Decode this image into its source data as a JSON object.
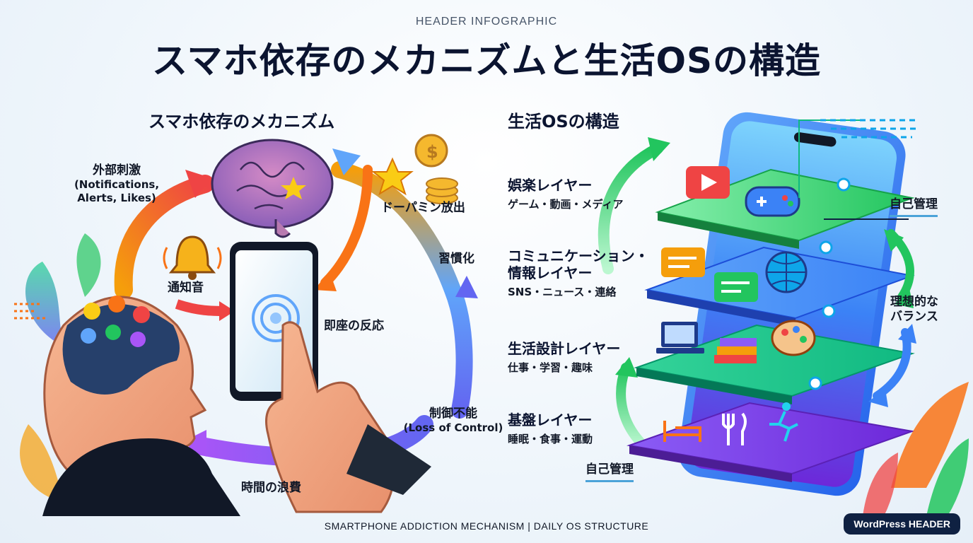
{
  "header": {
    "eyebrow": "HEADER INFOGRAPHIC",
    "title": "スマホ依存のメカニズムと生活OSの構造"
  },
  "left": {
    "title": "スマホ依存のメカニズム",
    "external": {
      "title": "外部刺激",
      "detail": "(Notifications,\nAlerts, Likes)"
    },
    "notification_sound": "通知音",
    "dopamine": "ドーパミン放出",
    "habit": "習慣化",
    "instant": "即座の反応",
    "loss": {
      "title": "制御不能",
      "detail": "(Loss of Control)"
    },
    "time_waste": "時間の浪費"
  },
  "right": {
    "title": "生活OSの構造",
    "layers": [
      {
        "title": "娯楽レイヤー",
        "sub": "ゲーム・動画・メディア"
      },
      {
        "title": "コミュニケーション・\n情報レイヤー",
        "sub": "SNS・ニュース・連絡"
      },
      {
        "title": "生活設計レイヤー",
        "sub": "仕事・学習・趣味"
      },
      {
        "title": "基盤レイヤー",
        "sub": "睡眠・食事・運動"
      }
    ],
    "self_manage_top": "自己管理",
    "self_manage_bottom": "自己管理",
    "balance": "理想的な\nバランス"
  },
  "footer": {
    "text": "SMARTPHONE ADDICTION MECHANISM | DAILY OS STRUCTURE",
    "badge": "WordPress HEADER"
  },
  "colors": {
    "navy": "#0b1430",
    "accent": "#4ba3d9",
    "green": "#22c55e",
    "purple": "#7c3aed"
  }
}
